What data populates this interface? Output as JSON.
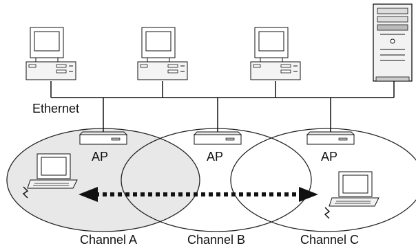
{
  "diagram": {
    "ethernet_label": "Ethernet",
    "ap_label": "AP",
    "channels": [
      "Channel A",
      "Channel B",
      "Channel C"
    ],
    "nodes": {
      "desktops": [
        "desktop-1",
        "desktop-2",
        "desktop-3"
      ],
      "server": "server",
      "access_points": [
        "ap-a",
        "ap-b",
        "ap-c"
      ],
      "laptops": [
        "laptop-left",
        "laptop-right"
      ]
    },
    "roaming": "laptop moves from Channel A cell to Channel C cell"
  }
}
